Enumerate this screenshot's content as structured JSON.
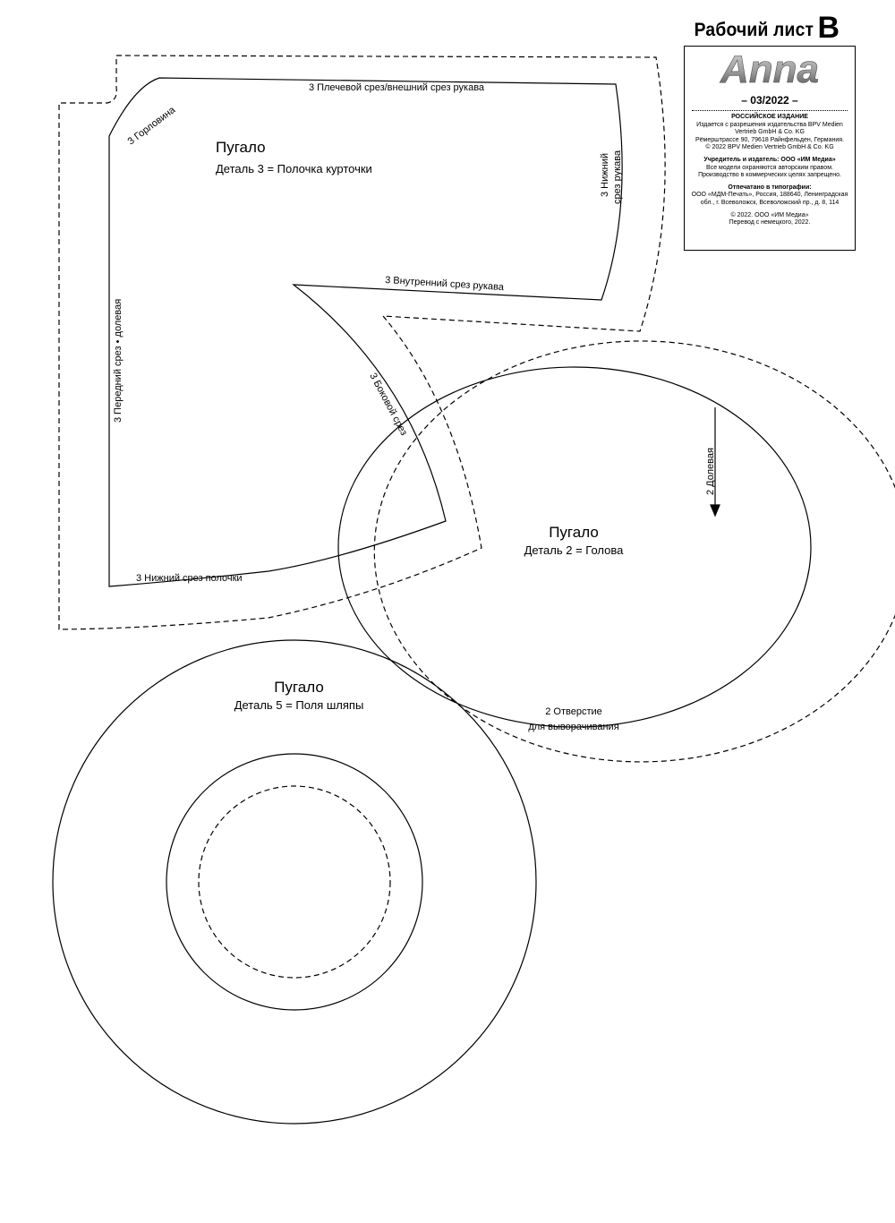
{
  "header": {
    "sheet_label": "Рабочий лист",
    "sheet_letter": "B"
  },
  "imprint": {
    "logo": "Anna",
    "issue": "– 03/2022 –",
    "edition": "РОССИЙСКОЕ ИЗДАНИЕ",
    "license_lines": [
      "Издается с разрешения издательства BPV Medien",
      "Vertrieb GmbH & Co. KG",
      "Рёмерштрассе 90, 79618 Райнфельден, Германия.",
      "© 2022 BPV Medien Vertrieb GmbH & Co. KG"
    ],
    "founder": "Учредитель и издатель: ООО «ИМ Медиа»",
    "rights_lines": [
      "Все модели охраняются авторским правом.",
      "Производство в коммерческих целях запрещено."
    ],
    "printed_heading": "Отпечатано в типографии:",
    "printer_lines": [
      "ООО «МДМ-Печать», Россия, 188640, Ленинградская",
      "обл., г. Всеволожск, Всеволожский пр., д. 8, 114"
    ],
    "copyright_lines": [
      "© 2022. ООО «ИМ Медиа»",
      "Перевод с немецкого, 2022."
    ]
  },
  "pieces": {
    "jacket": {
      "name": "Пугало",
      "detail": "Деталь 3 = Полочка курточки",
      "labels": {
        "shoulder": "3 Плечевой срез/внешний срез рукава",
        "neckline": "3 Горловина",
        "sleeve_bottom_1": "3 Нижний",
        "sleeve_bottom_2": "срез рукава",
        "inner_sleeve": "3  Внутренний срез рукава",
        "side": "3 Боковой срез",
        "front": "3 Передний срез • долевая",
        "hem": "3 Нижний срез полочки"
      }
    },
    "head": {
      "name": "Пугало",
      "detail": "Деталь 2 = Голова",
      "labels": {
        "grain": "2  Долевая",
        "opening_1": "2 Отверстие",
        "opening_2": "для выворачивания"
      }
    },
    "brim": {
      "name": "Пугало",
      "detail": "Деталь 5 = Поля шляпы"
    }
  }
}
